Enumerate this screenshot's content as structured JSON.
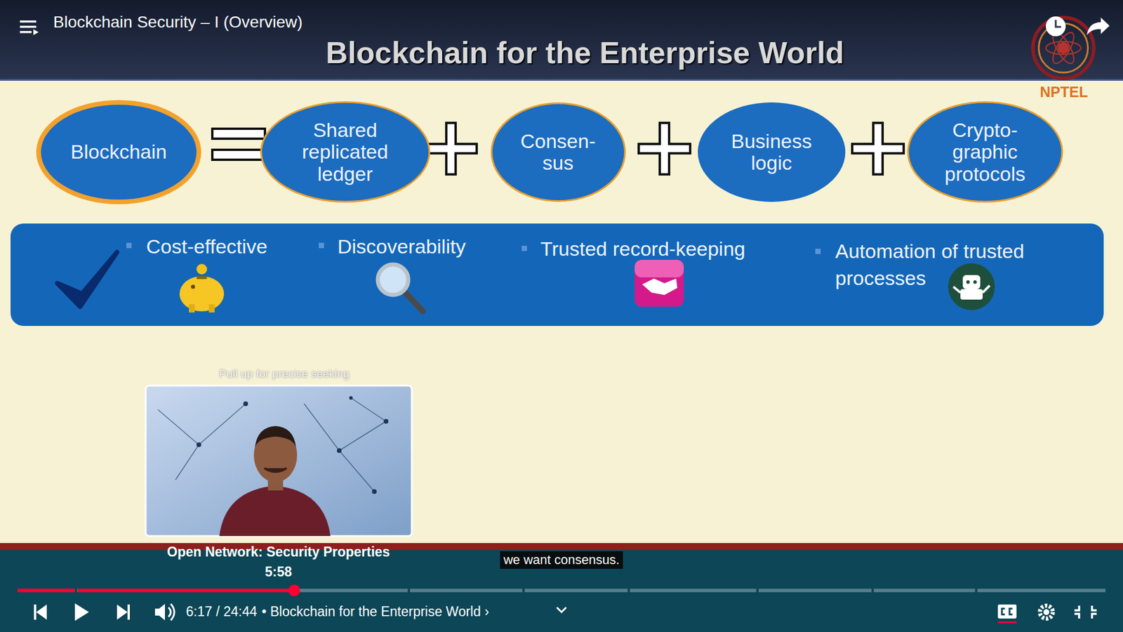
{
  "diagram": {
    "title": "Blockchain for the Enterprise World",
    "nodes": [
      {
        "text": [
          "Blockchain"
        ]
      },
      {
        "text": [
          "Shared replicated ledger"
        ]
      },
      {
        "text": [
          "Consen- sus"
        ]
      },
      {
        "text": [
          "Business logic"
        ]
      },
      {
        "text": [
          "Crypto- graphic protocols"
        ]
      },
      {
        "text": [
          "Cost-effective",
          "Discoverability",
          "Trusted record-keeping",
          "Automation of trusted processes"
        ]
      }
    ],
    "labels": [
      "Blockchain Security – I (Overview)",
      "NPTEL",
      "Pull up for precise seeking",
      "Open Network: Security Properties",
      "5:58",
      "we want consensus.",
      "6:17 / 24:44",
      "• Blockchain for the Enterprise World ›"
    ]
  }
}
